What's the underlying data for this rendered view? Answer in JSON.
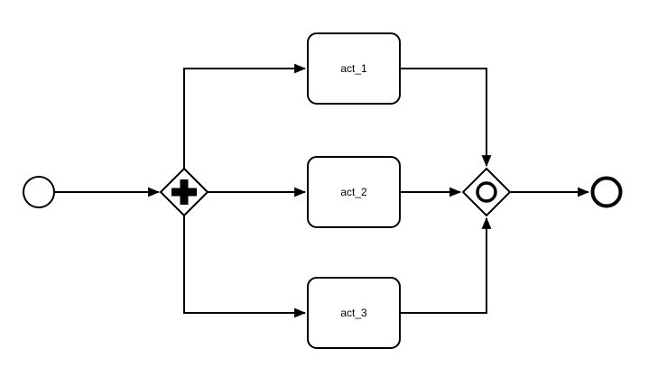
{
  "diagram": {
    "background_color": "#ffffff",
    "line_color": "#000000",
    "text_color": "#000000",
    "node_fill": "#ffffff",
    "activities": [
      {
        "label": "act_1"
      },
      {
        "label": "act_2"
      },
      {
        "label": "act_3"
      }
    ],
    "symbols": {
      "start_event": "thin-circle-start-event",
      "parallel_gateway": "diamond-with-plus",
      "inclusive_gateway": "diamond-with-inner-circle",
      "end_event": "thick-circle-end-event"
    }
  }
}
